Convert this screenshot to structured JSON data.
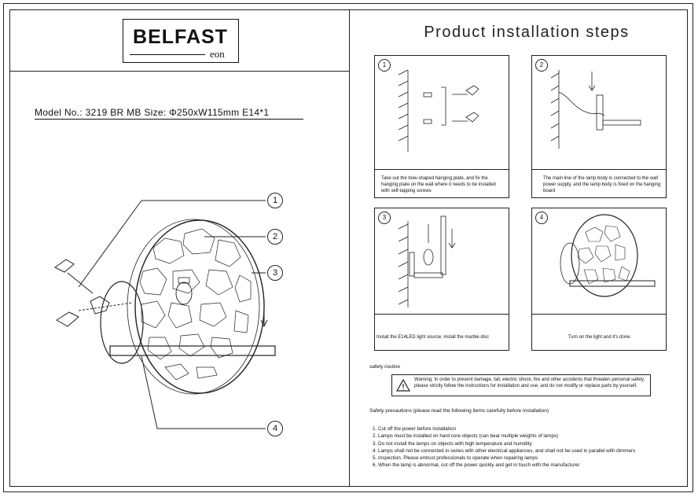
{
  "brand": {
    "name": "BELFAST",
    "sub": "eon"
  },
  "model_line": "Model No.:  3219 BR MB    Size: Φ250xW115mm     E14*1",
  "callouts": [
    "1",
    "2",
    "3",
    "4"
  ],
  "title": "Product installation steps",
  "steps": [
    {
      "num": "1",
      "caption": "Take out the bow-shaped hanging plate, and fix the hanging plate on the wall where it needs to be installed with self-tapping screws"
    },
    {
      "num": "2",
      "caption": "The main line of the lamp body is connected to the wall power supply, and the lamp body is fixed on the hanging board"
    },
    {
      "num": "3",
      "caption": "Install the E14LED light source; install the marble disc"
    },
    {
      "num": "4",
      "caption": "Turn on the light and it's done."
    }
  ],
  "safety_heading": "safety routine",
  "warning": "Warning: In order to prevent damage, fall, electric shock, fire and other accidents that threaten personal safety, please strictly follow the instructions for installation and use, and do not modify or replace parts by yourself.",
  "precautions_heading": "Safety precautions (please read the following items carefully before installation)",
  "precautions": [
    "1. Cut off the power before installation",
    "2. Lamps must be installed on hard core objects (can bear multiple weights of lamps)",
    "3. Do not install the lamps on objects with high temperature and humidity",
    "4. Lamps shall not be connected in series with other electrical appliances, and shall not be used in parallel with dimmers",
    "5. Inspection. Please entrust professionals to operate when repairing lamps",
    "6. When the lamp is abnormal, cut off the power quickly and get in touch with the manufacturer"
  ]
}
